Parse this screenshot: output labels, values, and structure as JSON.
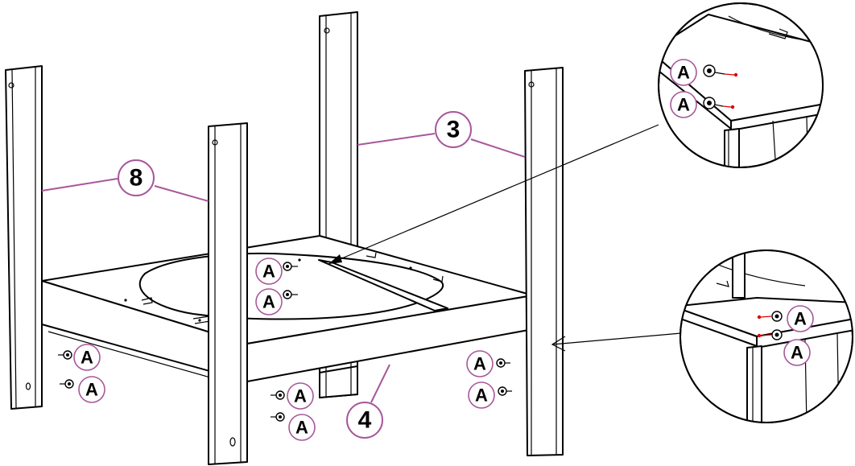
{
  "parts": {
    "leg_left": "8",
    "leg_back": "3",
    "frame": "4"
  },
  "hardware_label": "A"
}
